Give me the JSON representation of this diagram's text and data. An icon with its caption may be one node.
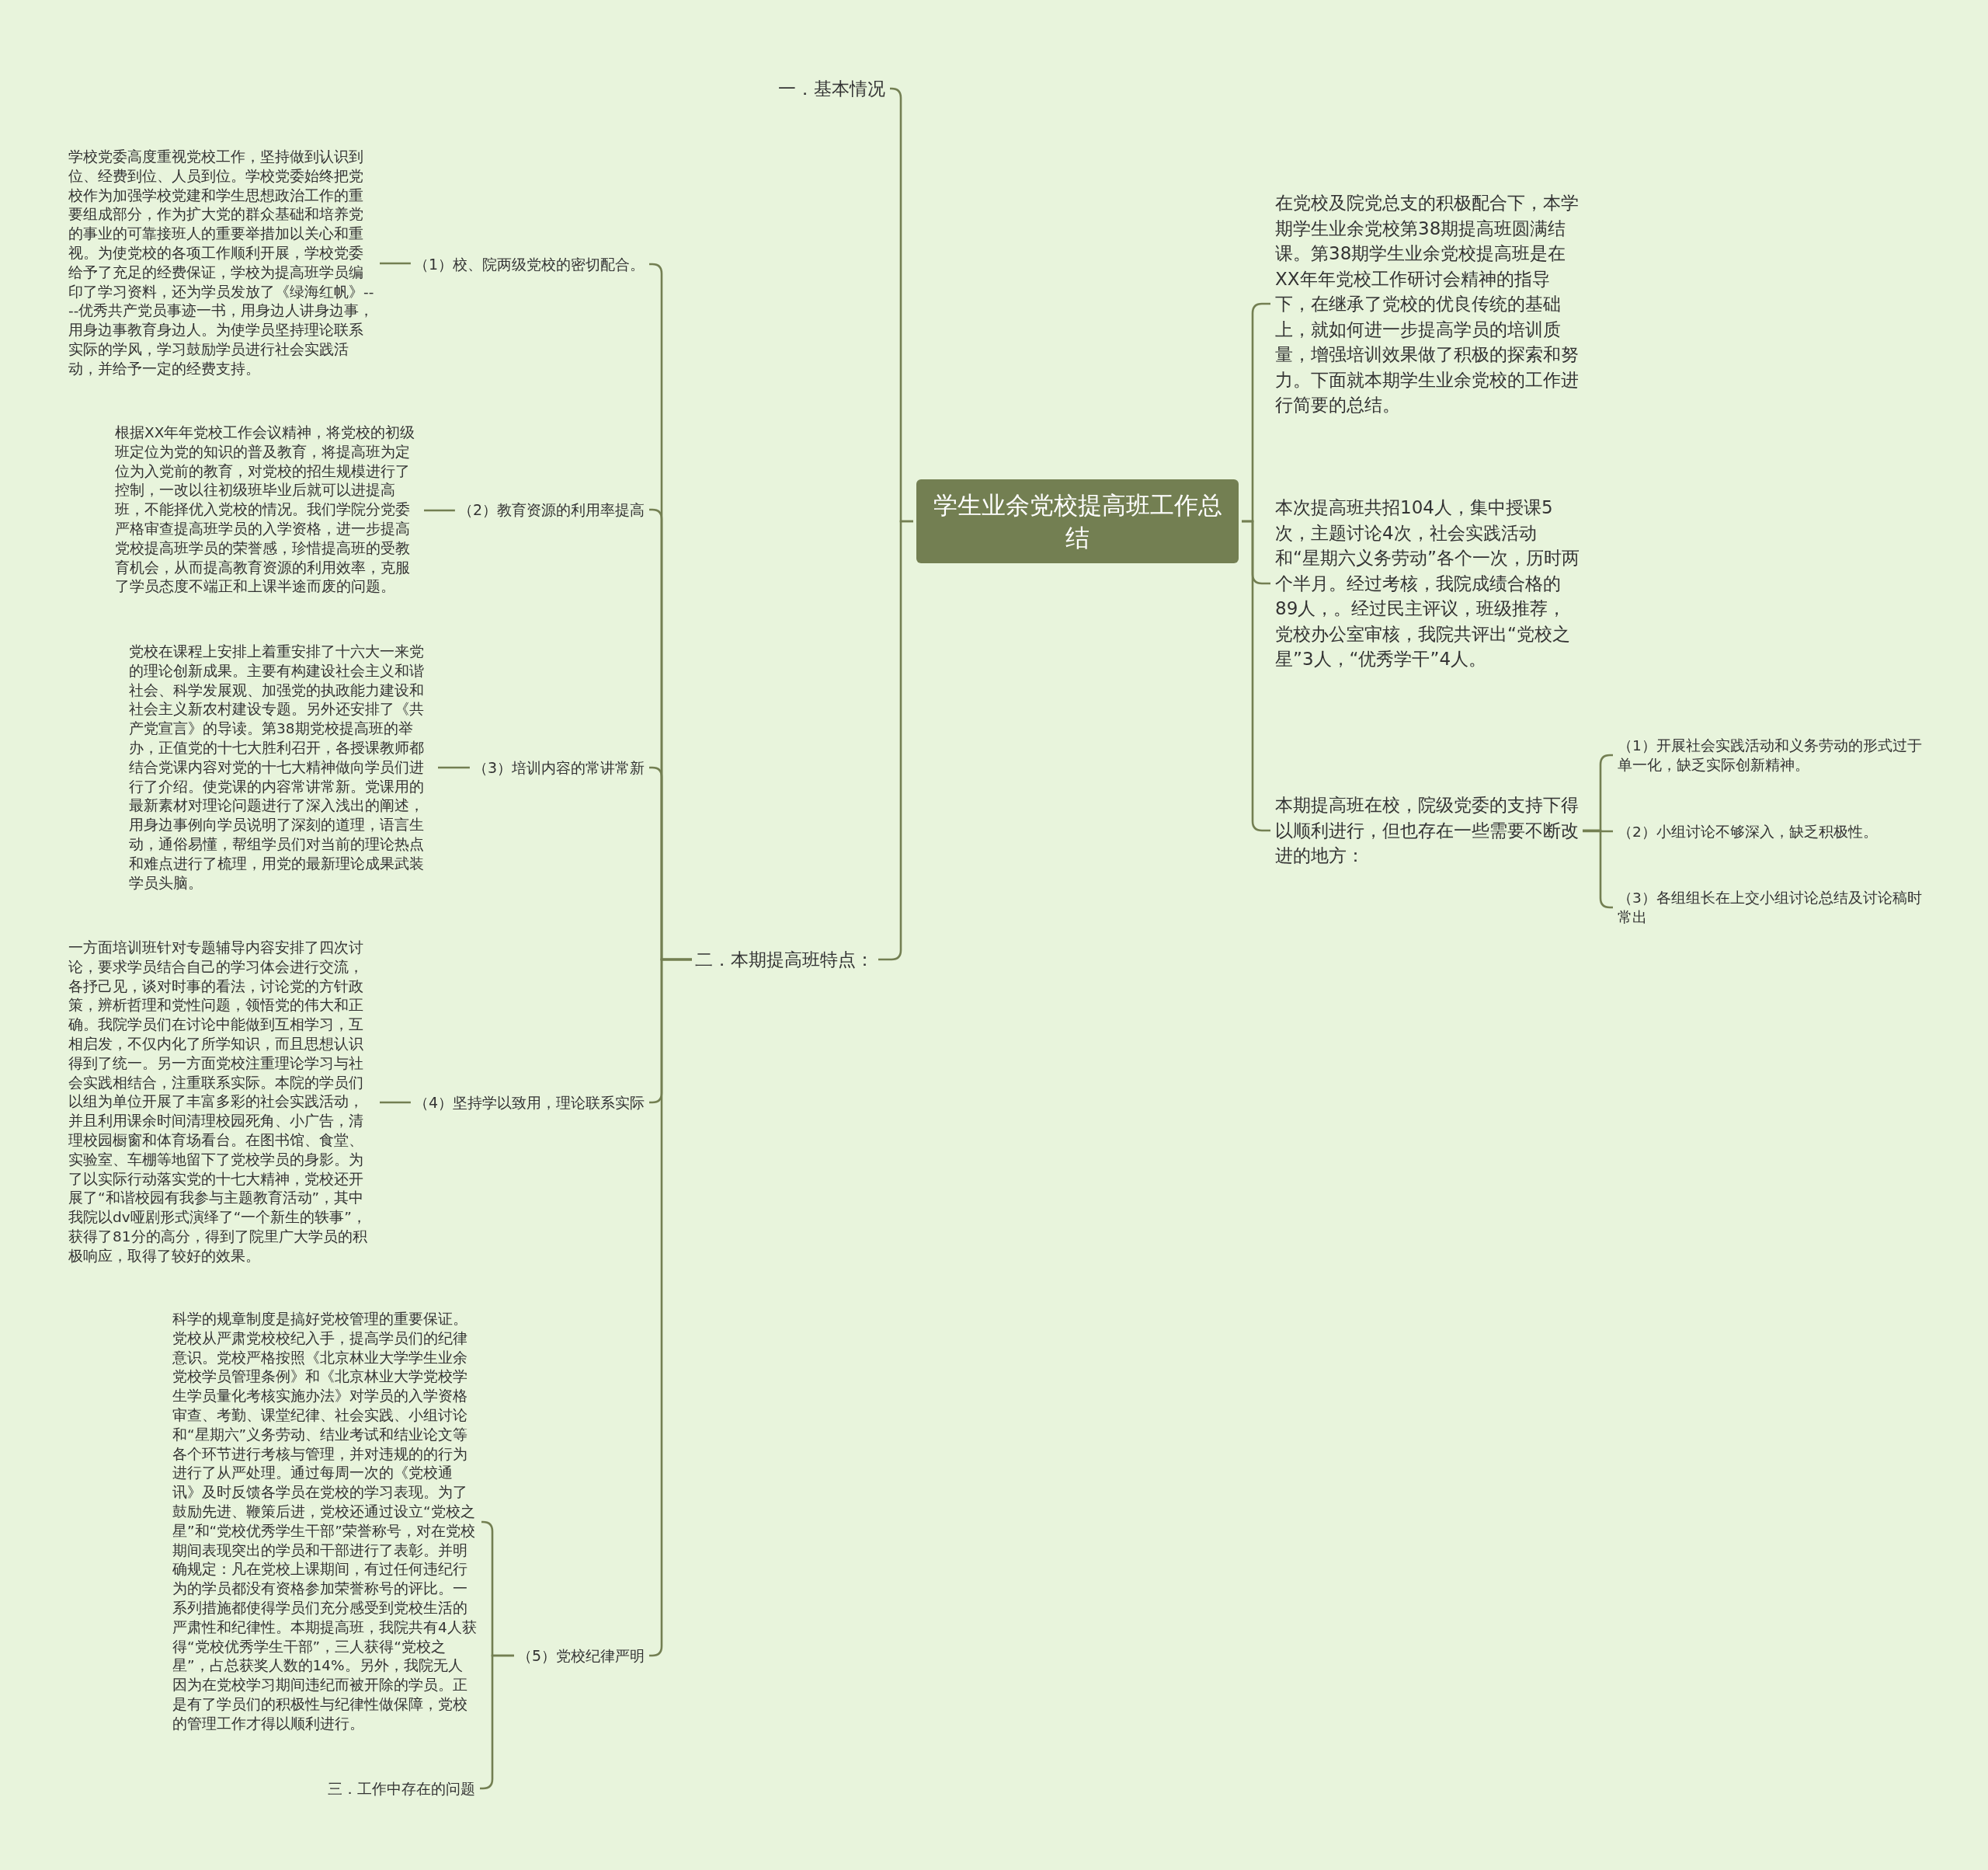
{
  "diagram": {
    "nodes": [
      {
        "text": [
          "学生业余党校提高班工作总结"
        ]
      },
      {
        "text": [
          "一．基本情况"
        ]
      },
      {
        "text": [
          "二．本期提高班特点："
        ]
      },
      {
        "text": [
          "（1）校、院两级党校的密切配合。"
        ]
      },
      {
        "text": [
          "学校党委高度重视党校工作，坚持做到认识到位、经费到位、人员到位。学校党委始终把党校作为加强学校党建和学生思想政治工作的重要组成部分，作为扩大党的群众基础和培养党的事业的可靠接班人的重要举措加以关心和重视。为使党校的各项工作顺利开展，学校党委给予了充足的经费保证，学校为提高班学员编印了学习资料，还为学员发放了《绿海红帆》----优秀共产党员事迹一书，用身边人讲身边事，用身边事教育身边人。为使学员坚持理论联系实际的学风，学习鼓励学员进行社会实践活动，并给予一定的经费支持。"
        ]
      },
      {
        "text": [
          "（2）教育资源的利用率提高"
        ]
      },
      {
        "text": [
          "根据XX年年党校工作会议精神，将党校的初级班定位为党的知识的普及教育，将提高班为定位为入党前的教育，对党校的招生规模进行了控制，一改以往初级班毕业后就可以进提高班，不能择优入党校的情况。我们学院分党委严格审查提高班学员的入学资格，进一步提高党校提高班学员的荣誉感，珍惜提高班的受教育机会，从而提高教育资源的利用效率，克服了学员态度不端正和上课半途而废的问题。"
        ]
      },
      {
        "text": [
          "（3）培训内容的常讲常新"
        ]
      },
      {
        "text": [
          "党校在课程上安排上着重安排了十六大一来党的理论创新成果。主要有构建设社会主义和谐社会、科学发展观、加强党的执政能力建设和社会主义新农村建设专题。另外还安排了《共产党宣言》的导读。第38期党校提高班的举办，正值党的十七大胜利召开，各授课教师都结合党课内容对党的十七大精神做向学员们进行了介绍。使党课的内容常讲常新。党课用的最新素材对理论问题进行了深入浅出的阐述，用身边事例向学员说明了深刻的道理，语言生动，通俗易懂，帮组学员们对当前的理论热点和难点进行了梳理，用党的最新理论成果武装学员头脑。"
        ]
      },
      {
        "text": [
          "（4）坚持学以致用，理论联系实际"
        ]
      },
      {
        "text": [
          "一方面培训班针对专题辅导内容安排了四次讨论，要求学员结合自己的学习体会进行交流，各抒己见，谈对时事的看法，讨论党的方针政策，辨析哲理和党性问题，领悟党的伟大和正确。我院学员们在讨论中能做到互相学习，互相启发，不仅内化了所学知识，而且思想认识得到了统一。另一方面党校注重理论学习与社会实践相结合，注重联系实际。本院的学员们以组为单位开展了丰富多彩的社会实践活动，并且利用课余时间清理校园死角、小广告，清理校园橱窗和体育场看台。在图书馆、食堂、实验室、车棚等地留下了党校学员的身影。为了以实际行动落实党的十七大精神，党校还开展了“和谐校园有我参与主题教育活动”，其中我院以dv哑剧形式演绎了“一个新生的轶事”，获得了81分的高分，得到了院里广大学员的积极响应，取得了较好的效果。"
        ]
      },
      {
        "text": [
          "（5）党校纪律严明"
        ]
      },
      {
        "text": [
          "科学的规章制度是搞好党校管理的重要保证。党校从严肃党校校纪入手，提高学员们的纪律意识。党校严格按照《北京林业大学学生业余党校学员管理条例》和《北京林业大学党校学生学员量化考核实施办法》对学员的入学资格审查、考勤、课堂纪律、社会实践、小组讨论和“星期六”义务劳动、结业考试和结业论文等各个环节进行考核与管理，并对违规的的行为进行了从严处理。通过每周一次的《党校通讯》及时反馈各学员在党校的学习表现。为了鼓励先进、鞭策后进，党校还通过设立“党校之星”和“党校优秀学生干部”荣誉称号，对在党校期间表现突出的学员和干部进行了表彰。并明确规定：凡在党校上课期间，有过任何违纪行为的学员都没有资格参加荣誉称号的评比。一系列措施都使得学员们充分感受到党校生活的严肃性和纪律性。本期提高班，我院共有4人获得“党校优秀学生干部”，三人获得“党校之星”，占总获奖人数的14%。另外，我院无人因为在党校学习期间违纪而被开除的学员。正是有了学员们的积极性与纪律性做保障，党校的管理工作才得以顺利进行。"
        ]
      },
      {
        "text": [
          "三．工作中存在的问题"
        ]
      },
      {
        "text": [
          "在党校及院党总支的积极配合下，本学期学生业余党校第38期提高班圆满结课。第38期学生业余党校提高班是在XX年年党校工作研讨会精神的指导下，在继承了党校的优良传统的基础上，就如何进一步提高学员的培训质量，增强培训效果做了积极的探索和努力。下面就本期学生业余党校的工作进行简要的总结。"
        ]
      },
      {
        "text": [
          "本次提高班共招104人，集中授课5次，主题讨论4次，社会实践活动和“星期六义务劳动”各个一次，历时两个半月。经过考核，我院成绩合格的89人，。经过民主评议，班级推荐，党校办公室审核，我院共评出“党校之星”3人，“优秀学干”4人。"
        ]
      },
      {
        "text": [
          "本期提高班在校，院级党委的支持下得以顺利进行，但也存在一些需要不断改进的地方："
        ]
      },
      {
        "text": [
          "（1）开展社会实践活动和义务劳动的形式过于单一化，缺乏实际创新精神。"
        ]
      },
      {
        "text": [
          "（2）小组讨论不够深入，缺乏积极性。"
        ]
      },
      {
        "text": [
          "（3）各组组长在上交小组讨论总结及讨论稿时常出"
        ]
      }
    ],
    "edges": [
      {
        "from": 0,
        "to": 1,
        "arrow": "none"
      },
      {
        "from": 0,
        "to": 2,
        "arrow": "none"
      },
      {
        "from": 2,
        "to": 3,
        "arrow": "none"
      },
      {
        "from": 3,
        "to": 4,
        "arrow": "none"
      },
      {
        "from": 2,
        "to": 5,
        "arrow": "none"
      },
      {
        "from": 5,
        "to": 6,
        "arrow": "none"
      },
      {
        "from": 2,
        "to": 7,
        "arrow": "none"
      },
      {
        "from": 7,
        "to": 8,
        "arrow": "none"
      },
      {
        "from": 2,
        "to": 9,
        "arrow": "none"
      },
      {
        "from": 9,
        "to": 10,
        "arrow": "none"
      },
      {
        "from": 2,
        "to": 11,
        "arrow": "none"
      },
      {
        "from": 11,
        "to": 12,
        "arrow": "none"
      },
      {
        "from": 11,
        "to": 13,
        "arrow": "none"
      },
      {
        "from": 0,
        "to": 14,
        "arrow": "none"
      },
      {
        "from": 0,
        "to": 15,
        "arrow": "none"
      },
      {
        "from": 0,
        "to": 16,
        "arrow": "none"
      },
      {
        "from": 16,
        "to": 17,
        "arrow": "none"
      },
      {
        "from": 16,
        "to": 18,
        "arrow": "none"
      },
      {
        "from": 16,
        "to": 19,
        "arrow": "none"
      }
    ]
  }
}
